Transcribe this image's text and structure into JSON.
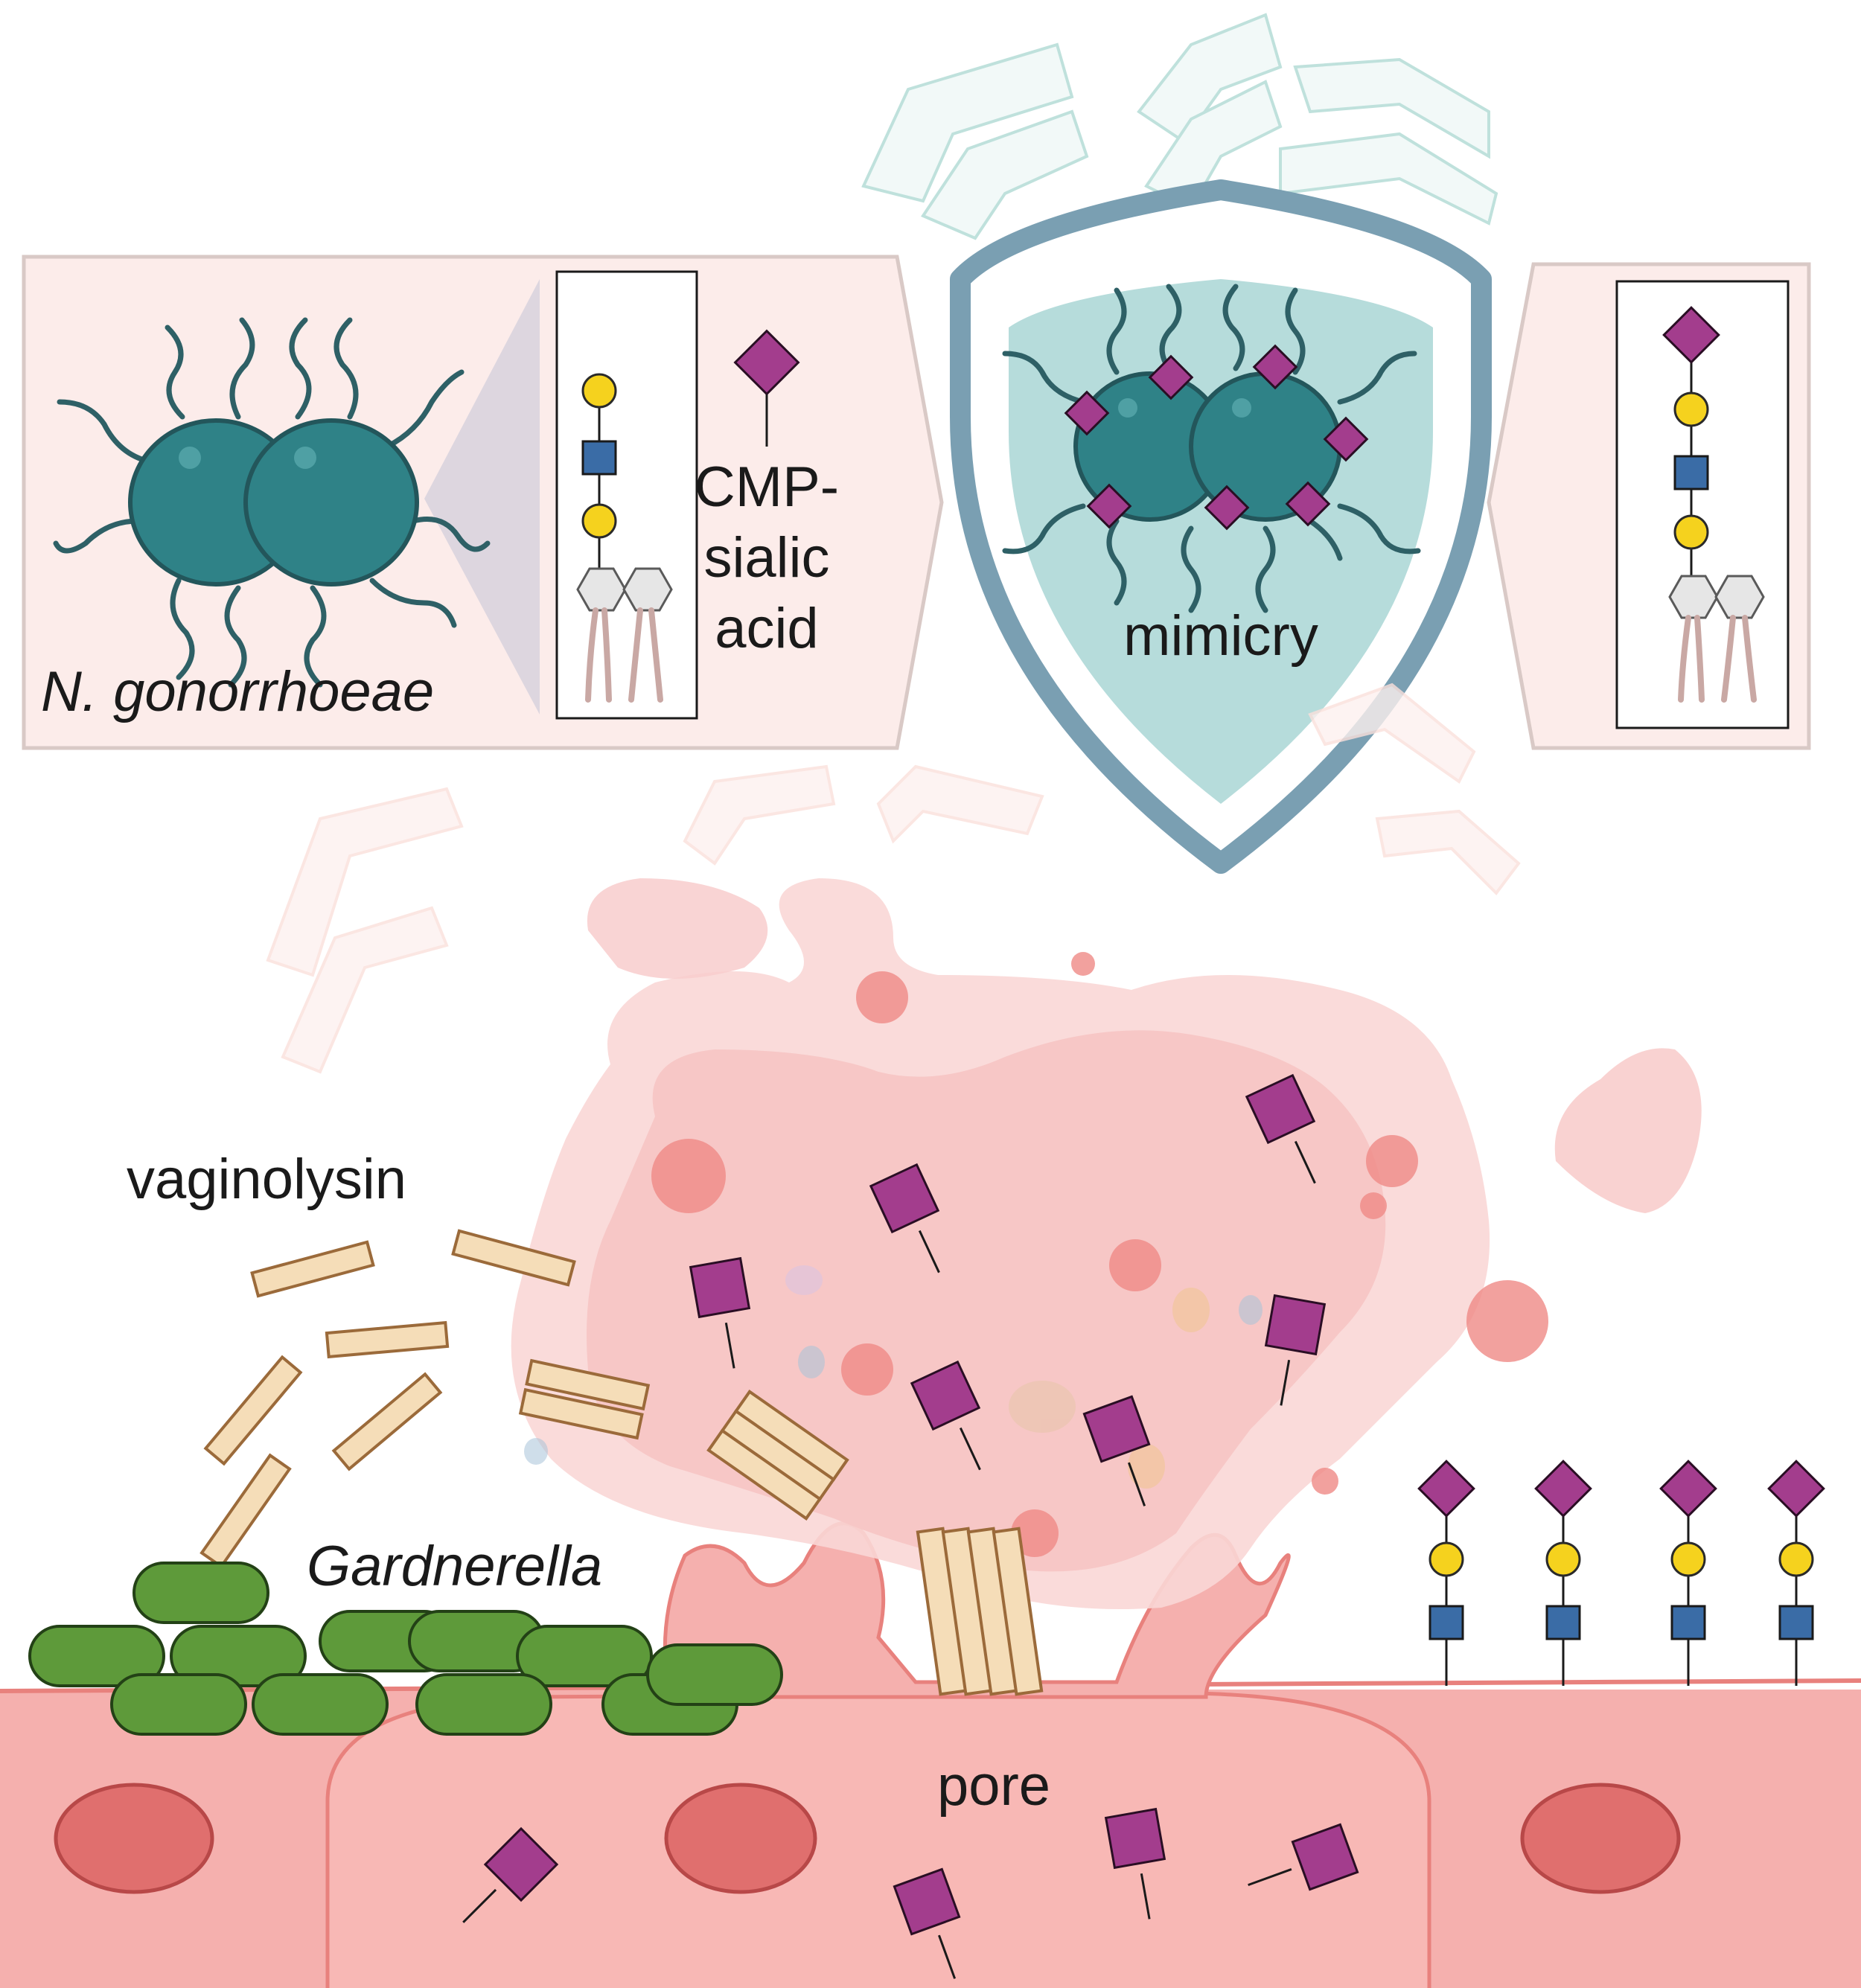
{
  "labels": {
    "n_gonorrhoeae": "N. gonorrhoeae",
    "cmp_line1": "CMP-",
    "cmp_line2": "sialic",
    "cmp_line3": "acid",
    "mimicry": "mimicry",
    "vaginolysin": "vaginolysin",
    "gardnerella": "Gardnerella",
    "pore": "pore"
  },
  "colors": {
    "panel_fill": "#fcecea",
    "panel_border": "#d9c9c6",
    "bacterium": "#2f8287",
    "bacterium_outline": "#23565b",
    "flagella": "#2e6066",
    "shield_outline": "#7a9fb2",
    "shield_fill": "#b6dcdb",
    "sialic_acid": "#a33d8d",
    "galactose": "#f5d21e",
    "glcnac": "#3a6ca6",
    "lipid_head": "#e6e6e6",
    "lipid_tail": "#c9a8a4",
    "toxin": "#f5ddb8",
    "toxin_outline": "#9b6a3a",
    "gardnerella": "#5e9a3a",
    "gardnerella_outline": "#234116",
    "cell": "#f5b0ae",
    "cell_line": "#e8817d",
    "nucleus": "#e06f6e",
    "cytoplasm_spill": "#f7c9c9",
    "droplet": "#ef8a86",
    "immune_arrows": "#8cc9c0"
  },
  "icons": {
    "glycan_legend": "glycan-chain-icon",
    "cmp_sialic": "sialic-acid-diamond-icon",
    "shield": "shield-icon",
    "pore": "vaginolysin-pore-icon"
  }
}
